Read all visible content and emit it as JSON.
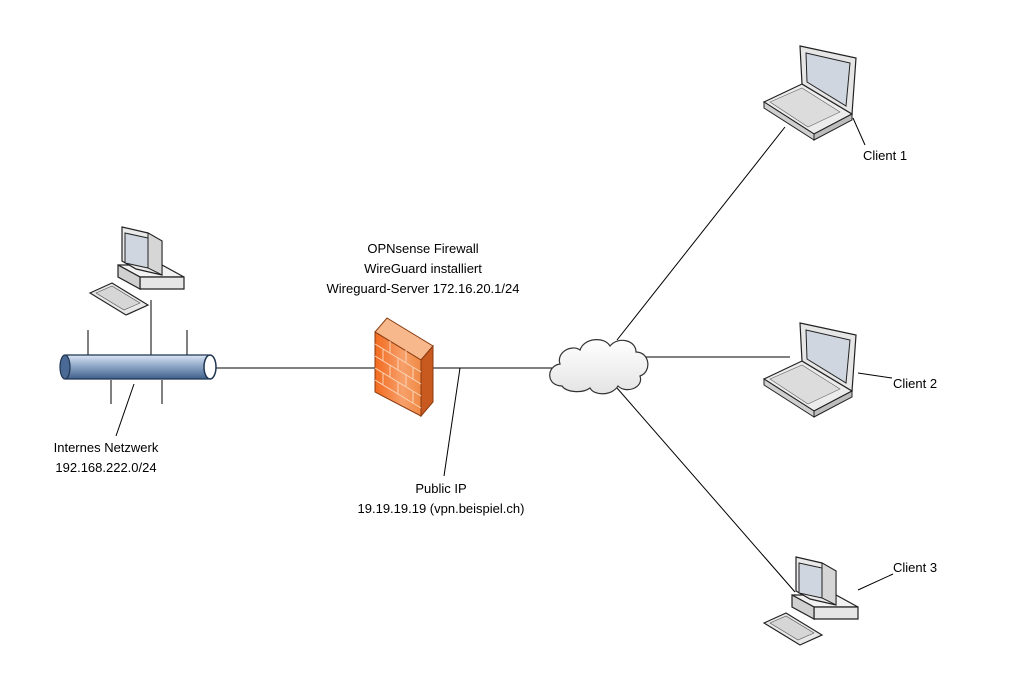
{
  "firewall": {
    "line1": "OPNsense Firewall",
    "line2": "WireGuard installiert",
    "line3": "Wireguard-Server 172.16.20.1/24"
  },
  "internal_network": {
    "line1": "Internes Netzwerk",
    "line2": "192.168.222.0/24"
  },
  "public_ip": {
    "line1": "Public IP",
    "line2": "19.19.19.19 (vpn.beispiel.ch)"
  },
  "clients": {
    "client1": "Client 1",
    "client2": "Client 2",
    "client3": "Client 3"
  },
  "colors": {
    "bus": "#3f5f8c",
    "firewall_front": "#f07a3a",
    "firewall_side": "#c85a20",
    "screen": "#cfd6e0"
  }
}
